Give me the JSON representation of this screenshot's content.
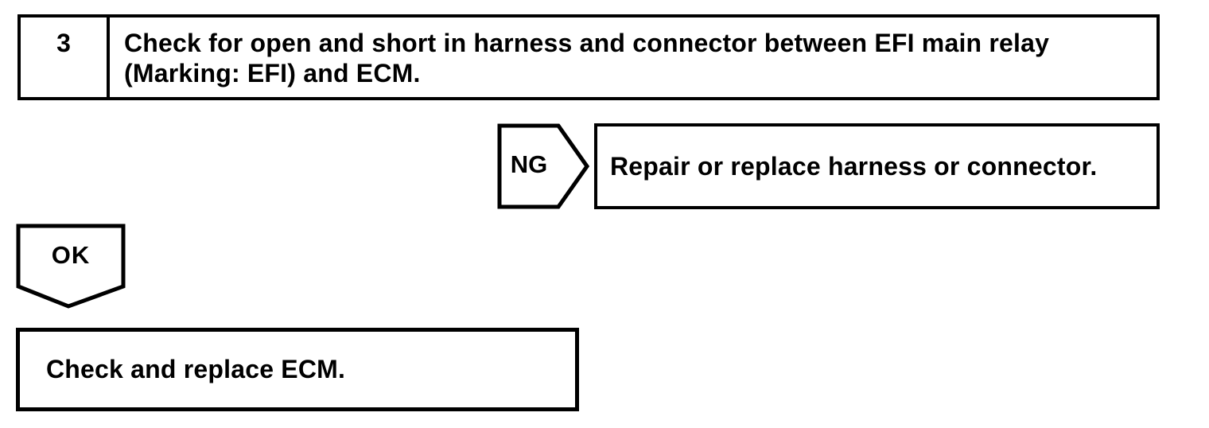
{
  "page": {
    "background_color": "#ffffff",
    "line_color": "#000000"
  },
  "flowchart": {
    "step": {
      "number": "3",
      "instruction_line1": "Check for open and short in harness and connector between EFI main relay",
      "instruction_line2": "(Marking: EFI) and ECM."
    },
    "ng_branch": {
      "label": "NG",
      "action": "Repair or replace harness or connector."
    },
    "ok_branch": {
      "label": "OK",
      "action": "Check and replace ECM."
    }
  }
}
